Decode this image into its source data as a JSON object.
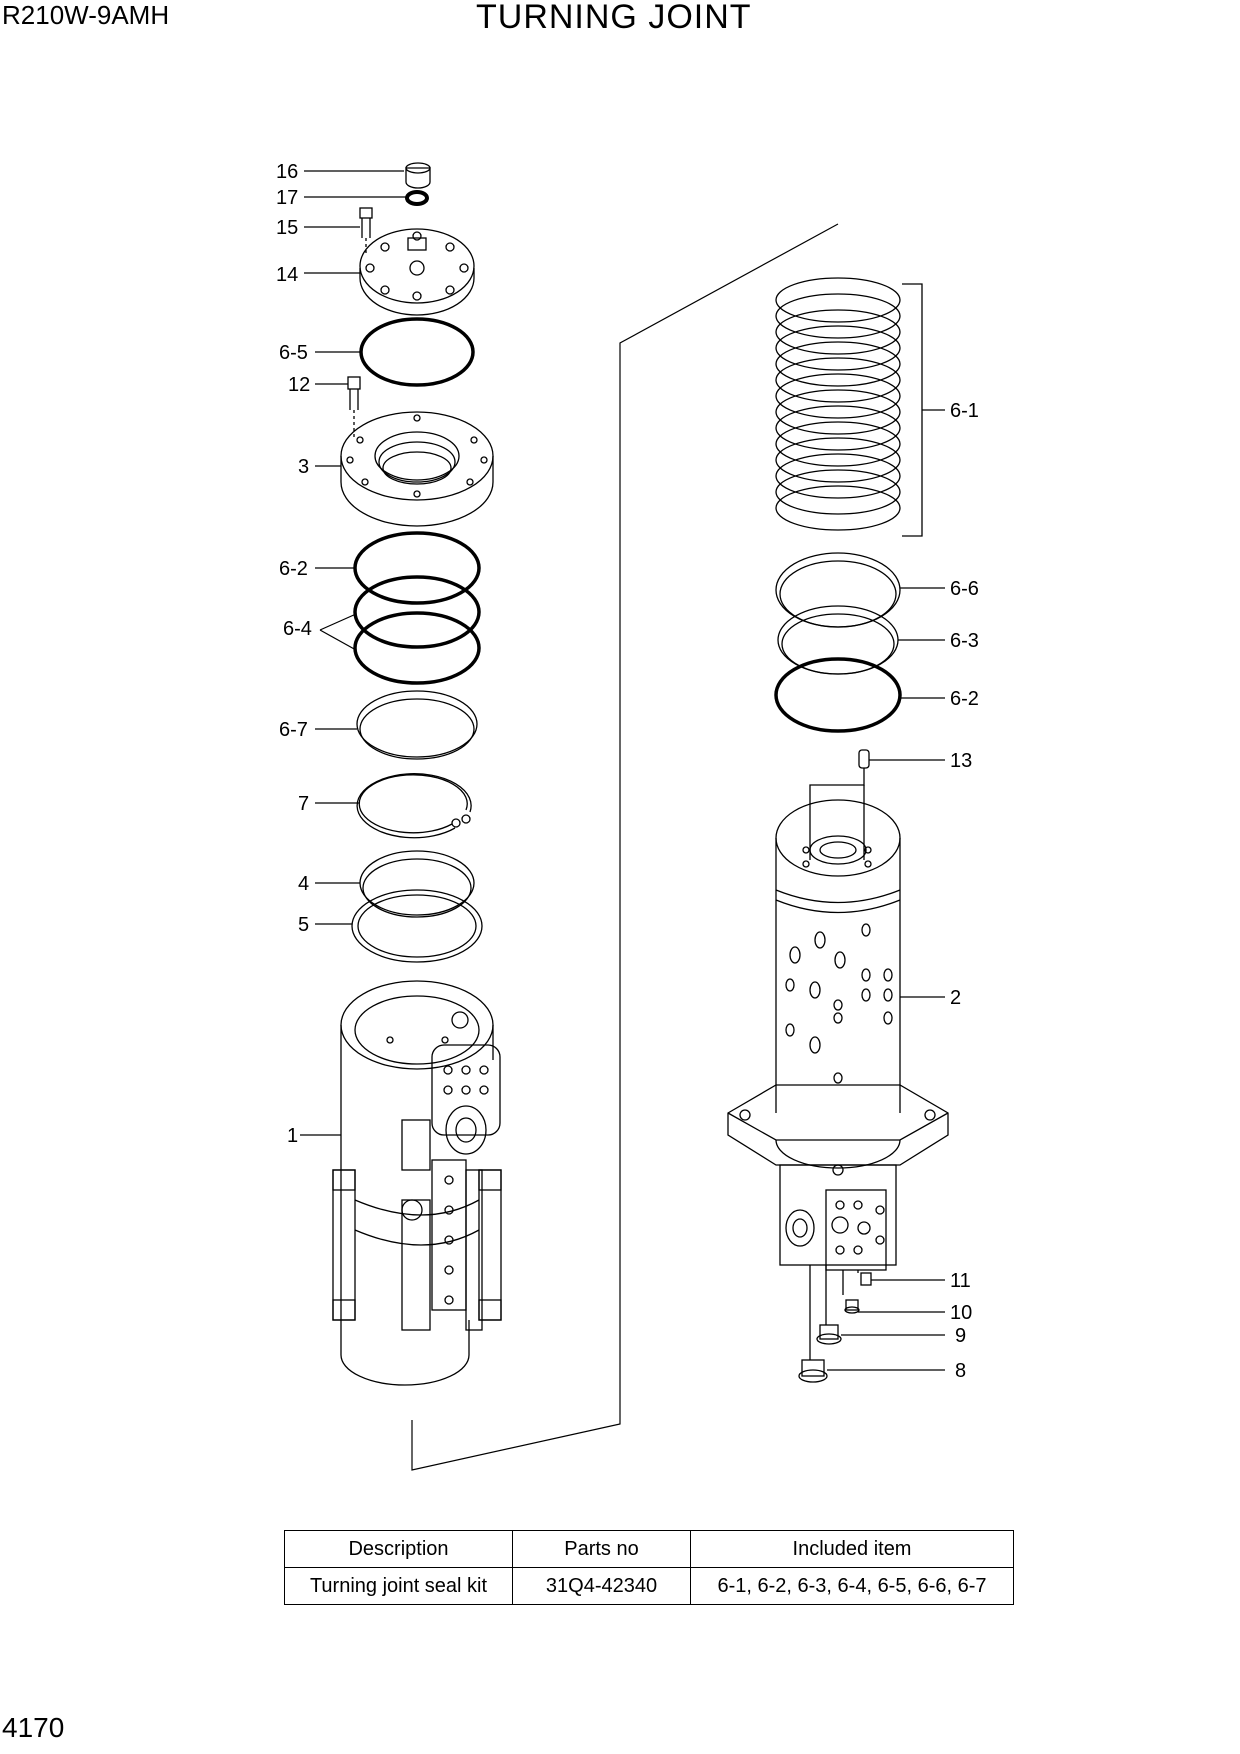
{
  "header": {
    "model": "R210W-9AMH",
    "title": "TURNING JOINT"
  },
  "callouts": [
    "16",
    "17",
    "15",
    "14",
    "6-5",
    "12",
    "3",
    "6-2",
    "6-4",
    "6-7",
    "7",
    "4",
    "5",
    "1",
    "6-1",
    "6-6",
    "6-3",
    "6-2",
    "13",
    "2",
    "11",
    "10",
    "9",
    "8"
  ],
  "table": {
    "headers": [
      "Description",
      "Parts no",
      "Included item"
    ],
    "rows": [
      [
        "Turning joint seal kit",
        "31Q4-42340",
        "6-1, 6-2, 6-3, 6-4, 6-5, 6-6, 6-7"
      ]
    ]
  },
  "footer": {
    "page_number": "4170"
  }
}
